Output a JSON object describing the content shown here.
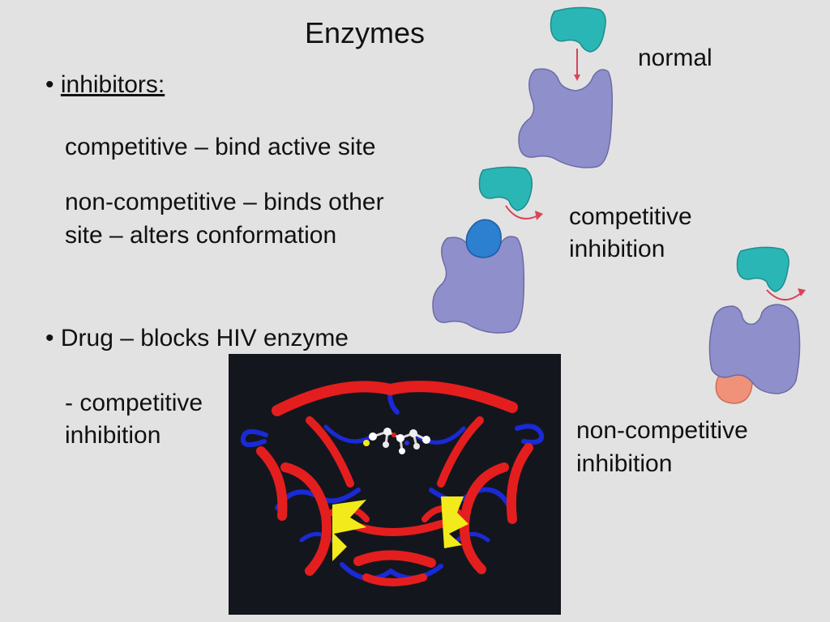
{
  "slide": {
    "title": "Enzymes",
    "bullet_glyph": "•",
    "bullet1_label": "inhibitors:",
    "competitive_line": "competitive – bind active site",
    "noncompetitive_line1": "non-competitive – binds other",
    "noncompetitive_line2": "site – alters conformation",
    "bullet2_text": "Drug – blocks HIV enzyme",
    "drug_note_line1": "- competitive",
    "drug_note_line2": "inhibition"
  },
  "diagram": {
    "normal_label": "normal",
    "competitive_label_line1": "competitive",
    "competitive_label_line2": "inhibition",
    "noncompetitive_label_line1": "non-competitive",
    "noncompetitive_label_line2": "inhibition",
    "colors": {
      "enzyme": "#8f8fcc",
      "substrate": "#2bb6b6",
      "competitive_inhibitor": "#2d7fd0",
      "noncompetitive_inhibitor": "#f0927a",
      "arrow": "#d9435a",
      "ribbon_sheet": "#e41e1e",
      "ribbon_loop": "#1a2ad6",
      "ribbon_helix": "#f2ea1a",
      "protein_background": "#14161e"
    }
  }
}
